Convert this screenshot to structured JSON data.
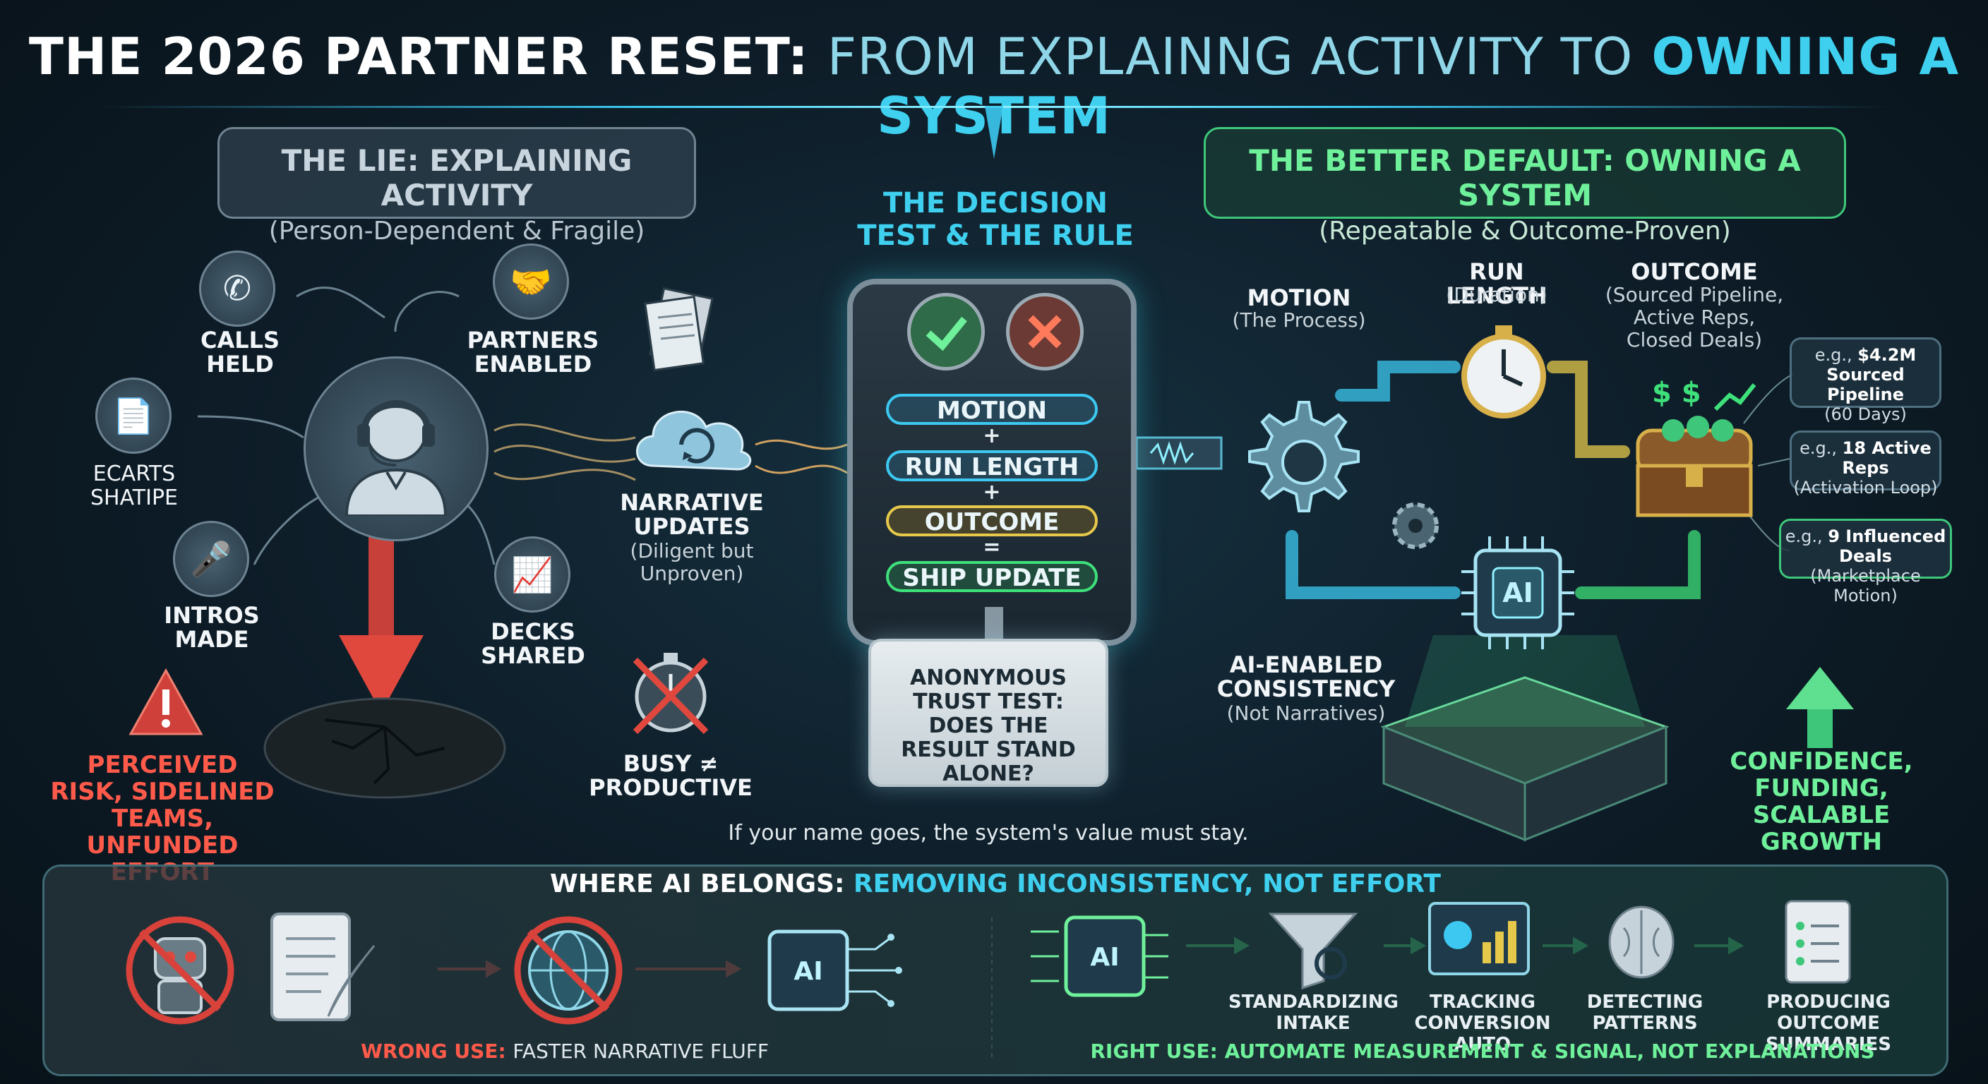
{
  "title": {
    "part1": "THE 2026 PARTNER RESET:",
    "part2": "FROM EXPLAINNG ACTIVITY TO",
    "part3": "OWNING A SYSTEM"
  },
  "lie": {
    "heading": "THE LIE: EXPLAINING ACTIVITY",
    "subheading": "(Person-Dependent & Fragile)",
    "activities": {
      "calls": "CALLS HELD",
      "partners": "PARTNERS ENABLED",
      "ecarts": "ECARTS SHATIPE",
      "intros": "INTROS MADE",
      "decks": "DECKS SHARED"
    },
    "narrative": {
      "title": "NARRATIVE UPDATES",
      "sub": "(Diligent but Unproven)"
    },
    "busy": "BUSY ≠ PRODUCTIVE",
    "risk": "PERCEIVED RISK, SIDELINED TEAMS, UNFUNDED EFFORT"
  },
  "decision": {
    "heading": "THE DECISION TEST & THE RULE",
    "motion": "MOTION",
    "plus1": "+",
    "run_length": "RUN LENGTH",
    "plus2": "+",
    "outcome": "OUTCOME",
    "equals": "=",
    "ship": "SHIP UPDATE",
    "trust_test": "ANONYMOUS TRUST TEST: DOES THE RESULT STAND ALONE?",
    "rule": "If your name goes, the system's value must stay."
  },
  "better": {
    "heading": "THE BETTER DEFAULT: OWNING A SYSTEM",
    "subheading": "(Repeatable & Outcome-Proven)",
    "motion": {
      "title": "MOTION",
      "sub": "(The Process)"
    },
    "run_length": {
      "title": "RUN LENGTH",
      "sub": "(Duration)"
    },
    "outcome": {
      "title": "OUTCOME",
      "sub": "(Sourced Pipeline, Active Reps, Closed Deals)"
    },
    "ai_consistency": {
      "title": "AI-ENABLED CONSISTENCY",
      "sub": "(Not Narratives)"
    },
    "examples": [
      {
        "pre": "e.g., ",
        "bold": "$4.2M Sourced Pipeline",
        "sub": "(60 Days)"
      },
      {
        "pre": "e.g., ",
        "bold": "18 Active Reps",
        "sub": "(Activation Loop)"
      },
      {
        "pre": "e.g., ",
        "bold": "9 Influenced Deals",
        "sub": "(Marketplace Motion)"
      }
    ],
    "growth": "CONFIDENCE, FUNDING, SCALABLE GROWTH"
  },
  "bottom": {
    "heading_a": "WHERE AI BELONGS:",
    "heading_b": "REMOVING INCONSISTENCY, NOT EFFORT",
    "wrong_a": "WRONG USE:",
    "wrong_b": "FASTER NARRATIVE FLUFF",
    "right_a": "RIGHT USE:",
    "right_b": "AUTOMATE MEASUREMENT & SIGNAL, NOT EXPLANATIONS",
    "steps": [
      "STANDARDIZING INTAKE",
      "TRACKING CONVERSION AUTO",
      "DETECTING PATTERNS",
      "PRODUCING OUTCOME SUMMARIES"
    ],
    "ai_chip": "AI"
  },
  "colors": {
    "cyan": "#3cc8f0",
    "green": "#3ec77a",
    "red": "#e0483e",
    "yellow": "#e6c84a"
  }
}
